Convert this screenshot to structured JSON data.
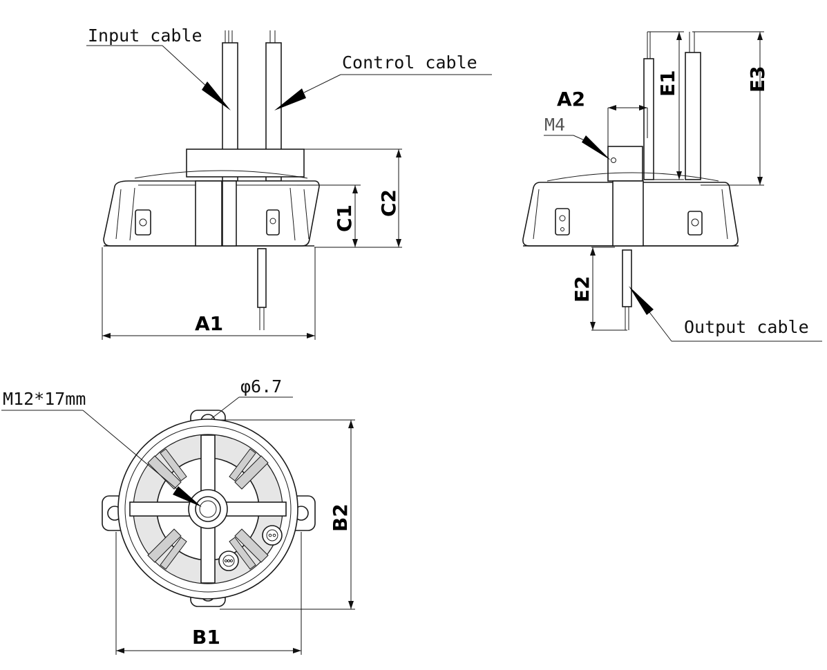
{
  "labels": {
    "input_cable": "Input cable",
    "control_cable": "Control cable",
    "output_cable": "Output cable",
    "m4": "M4",
    "m12": "M12*17mm",
    "phi": "φ6.7"
  },
  "dimensions": {
    "a1": "A1",
    "a2": "A2",
    "b1": "B1",
    "b2": "B2",
    "c1": "C1",
    "c2": "C2",
    "e1": "E1",
    "e2": "E2",
    "e3": "E3"
  }
}
